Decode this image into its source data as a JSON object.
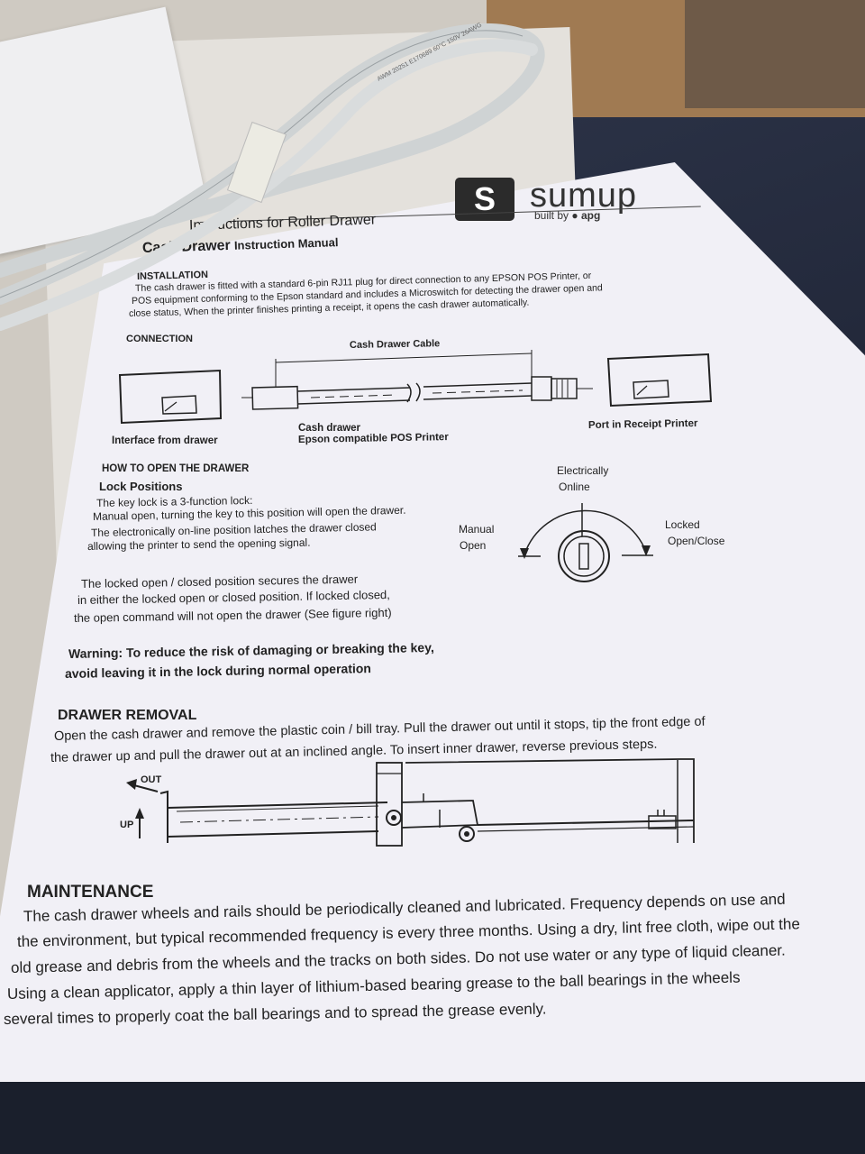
{
  "brand": {
    "logo_letter": "S",
    "name": "sumup",
    "built_by": "built by",
    "partner": "apg"
  },
  "header": {
    "title": "Instructions for Roller Drawer",
    "subtitle_a": "Cash Drawer",
    "subtitle_b": "Instruction Manual"
  },
  "installation": {
    "heading": "INSTALLATION",
    "lines": [
      "The cash drawer is fitted with a standard 6-pin RJ11 plug for direct connection to any EPSON POS Printer, or",
      "POS equipment conforming to the Epson standard and includes a Microswitch for detecting the drawer open and",
      "close status, When the printer finishes printing a receipt, it opens the cash drawer automatically."
    ]
  },
  "connection": {
    "heading": "CONNECTION",
    "cable_label": "Cash Drawer Cable",
    "left_label": "Interface from drawer",
    "middle_label_1": "Cash drawer",
    "middle_label_2": "Epson compatible POS Printer",
    "right_label": "Port in Receipt Printer"
  },
  "open_drawer": {
    "heading": "HOW TO OPEN THE DRAWER",
    "subheading": "Lock Positions",
    "lines": [
      "The key lock is a 3-function lock:",
      "Manual open, turning the key to this position will open the drawer.",
      "The electronically on-line position latches the drawer closed",
      "allowing the printer to send the opening signal."
    ],
    "locked_lines": [
      "The locked open / closed position secures the drawer",
      "in either the locked open or closed position. If locked closed,",
      "the open command will not open the drawer (See figure right)"
    ],
    "lock_labels": {
      "electrically": "Electrically",
      "online": "Online",
      "manual": "Manual",
      "open": "Open",
      "locked": "Locked",
      "open_close": "Open/Close"
    },
    "warning_lines": [
      "Warning: To reduce the risk of damaging or breaking the key,",
      "avoid leaving it in the lock during normal operation"
    ]
  },
  "removal": {
    "heading": "DRAWER REMOVAL",
    "lines": [
      "Open the cash drawer and remove the plastic coin / bill tray. Pull the drawer out until it stops, tip the front edge of",
      "the drawer up and pull the drawer out at an inclined angle. To insert inner drawer, reverse previous steps."
    ],
    "out_label": "OUT",
    "up_label": "UP"
  },
  "maintenance": {
    "heading": "MAINTENANCE",
    "lines": [
      "The cash drawer wheels and rails should be periodically cleaned and lubricated. Frequency depends on use and",
      "the environment, but typical recommended frequency is every three months. Using a dry, lint free cloth, wipe out the",
      "old grease and debris from the wheels and the tracks on both sides. Do not use water or any type of liquid cleaner.",
      "Using a clean applicator, apply a thin layer of lithium-based bearing grease to the ball bearings in the wheels",
      "several times to properly coat the ball bearings and to spread the grease evenly."
    ]
  },
  "cable_print": "AWM 20251 E170689 60°C 150V 26AWG"
}
